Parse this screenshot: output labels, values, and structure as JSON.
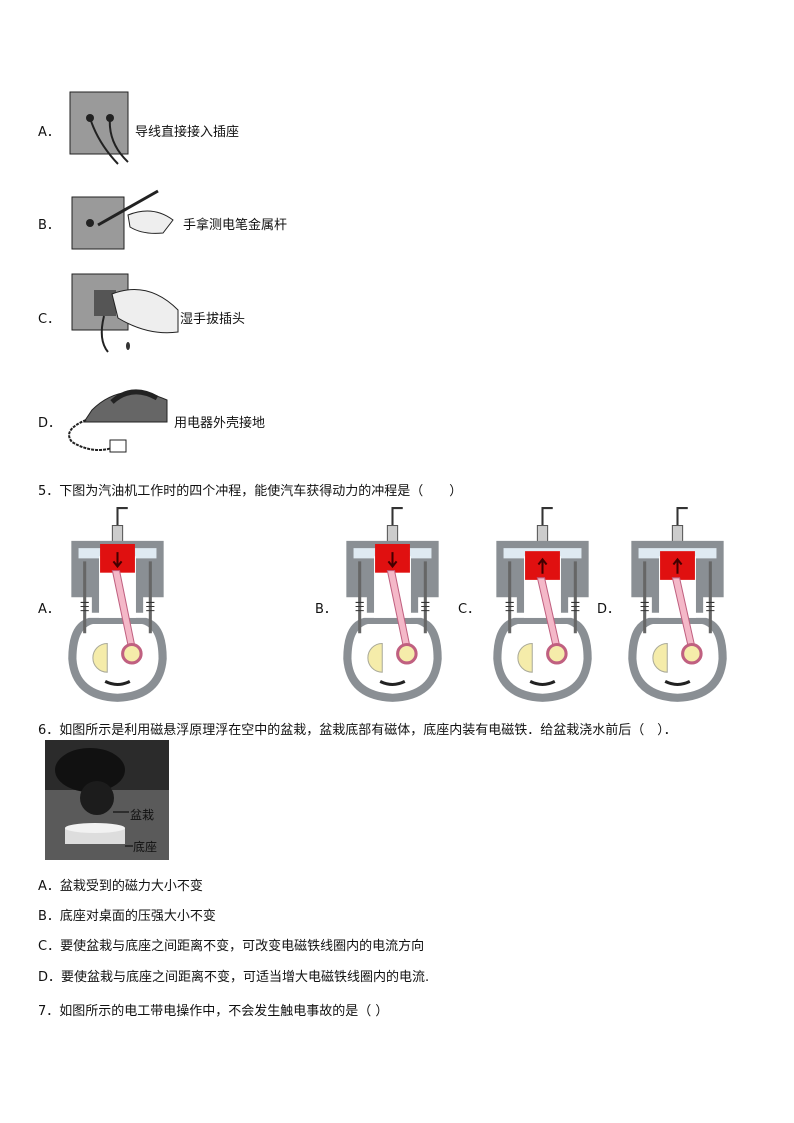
{
  "q4_options": [
    {
      "letter": "A．",
      "text": "导线直接接入插座"
    },
    {
      "letter": "B．",
      "text": "手拿测电笔金属杆"
    },
    {
      "letter": "C．",
      "text": "湿手拔插头"
    },
    {
      "letter": "D．",
      "text": "用电器外壳接地"
    }
  ],
  "q5": {
    "stem": "5．下图为汽油机工作时的四个冲程，能使汽车获得动力的冲程是（　　）",
    "options": [
      {
        "letter": "A．",
        "piston": "down",
        "spark": false
      },
      {
        "letter": "B．",
        "piston": "down",
        "spark": true
      },
      {
        "letter": "C．",
        "piston": "up",
        "spark": false
      },
      {
        "letter": "D．",
        "piston": "up",
        "spark": false
      }
    ]
  },
  "q6": {
    "stem": "6．如图所示是利用磁悬浮原理浮在空中的盆栽，盆栽底部有磁体，底座内装有电磁铁．给盆栽浇水前后（　）．",
    "photo_labels": {
      "pot": "盆栽",
      "base": "底座"
    },
    "options": [
      {
        "letter": "A．",
        "text": "盆栽受到的磁力大小不变"
      },
      {
        "letter": "B．",
        "text": "底座对桌面的压强大小不变"
      },
      {
        "letter": "C．",
        "text": "要使盆栽与底座之间距离不变，可改变电磁铁线圈内的电流方向"
      },
      {
        "letter": "D．",
        "text": "要使盆栽与底座之间距离不变，可适当增大电磁铁线圈内的电流."
      }
    ]
  },
  "q7": {
    "stem": "7．如图所示的电工带电操作中，不会发生触电事故的是（  ）"
  }
}
